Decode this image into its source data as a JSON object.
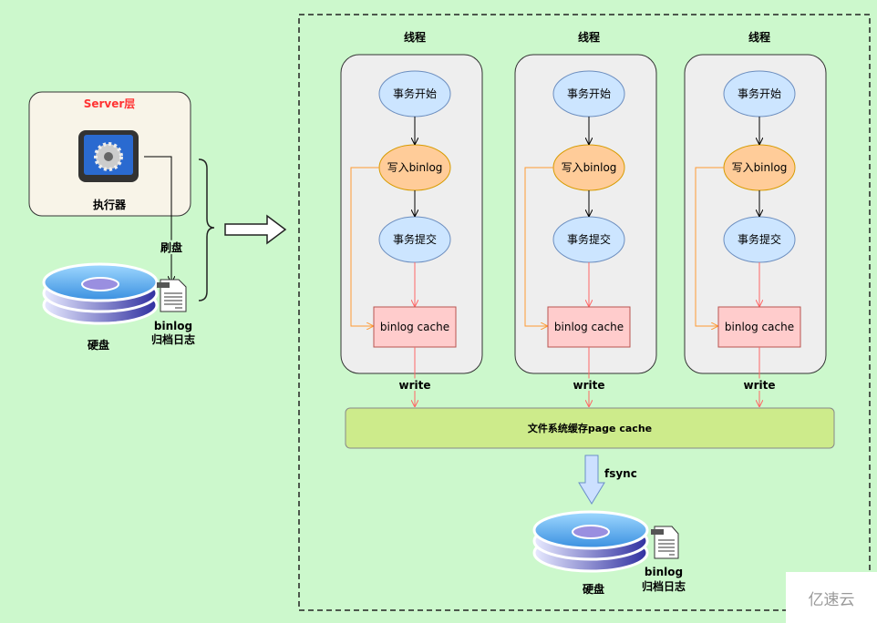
{
  "server": {
    "title": "Server层",
    "executor": "执行器",
    "flush": "刷盘",
    "disk": "硬盘",
    "binlog_line1": "binlog",
    "binlog_line2": "归档日志"
  },
  "threads": [
    {
      "title": "线程",
      "start": "事务开始",
      "write": "写入binlog",
      "commit": "事务提交",
      "cache": "binlog cache",
      "write_label": "write"
    },
    {
      "title": "线程",
      "start": "事务开始",
      "write": "写入binlog",
      "commit": "事务提交",
      "cache": "binlog cache",
      "write_label": "write"
    },
    {
      "title": "线程",
      "start": "事务开始",
      "write": "写入binlog",
      "commit": "事务提交",
      "cache": "binlog cache",
      "write_label": "write"
    }
  ],
  "page_cache": "文件系统缓存page cache",
  "fsync": "fsync",
  "bottom": {
    "disk": "硬盘",
    "binlog_line1": "binlog",
    "binlog_line2": "归档日志"
  },
  "watermark": "亿速云",
  "colors": {
    "background": "#ccf8cc",
    "ellipse_blue": "#cce5ff",
    "ellipse_orange": "#ffcc99",
    "cache": "#ffcccc",
    "page_cache": "#cdeb8b",
    "server_title": "#ff3333"
  }
}
